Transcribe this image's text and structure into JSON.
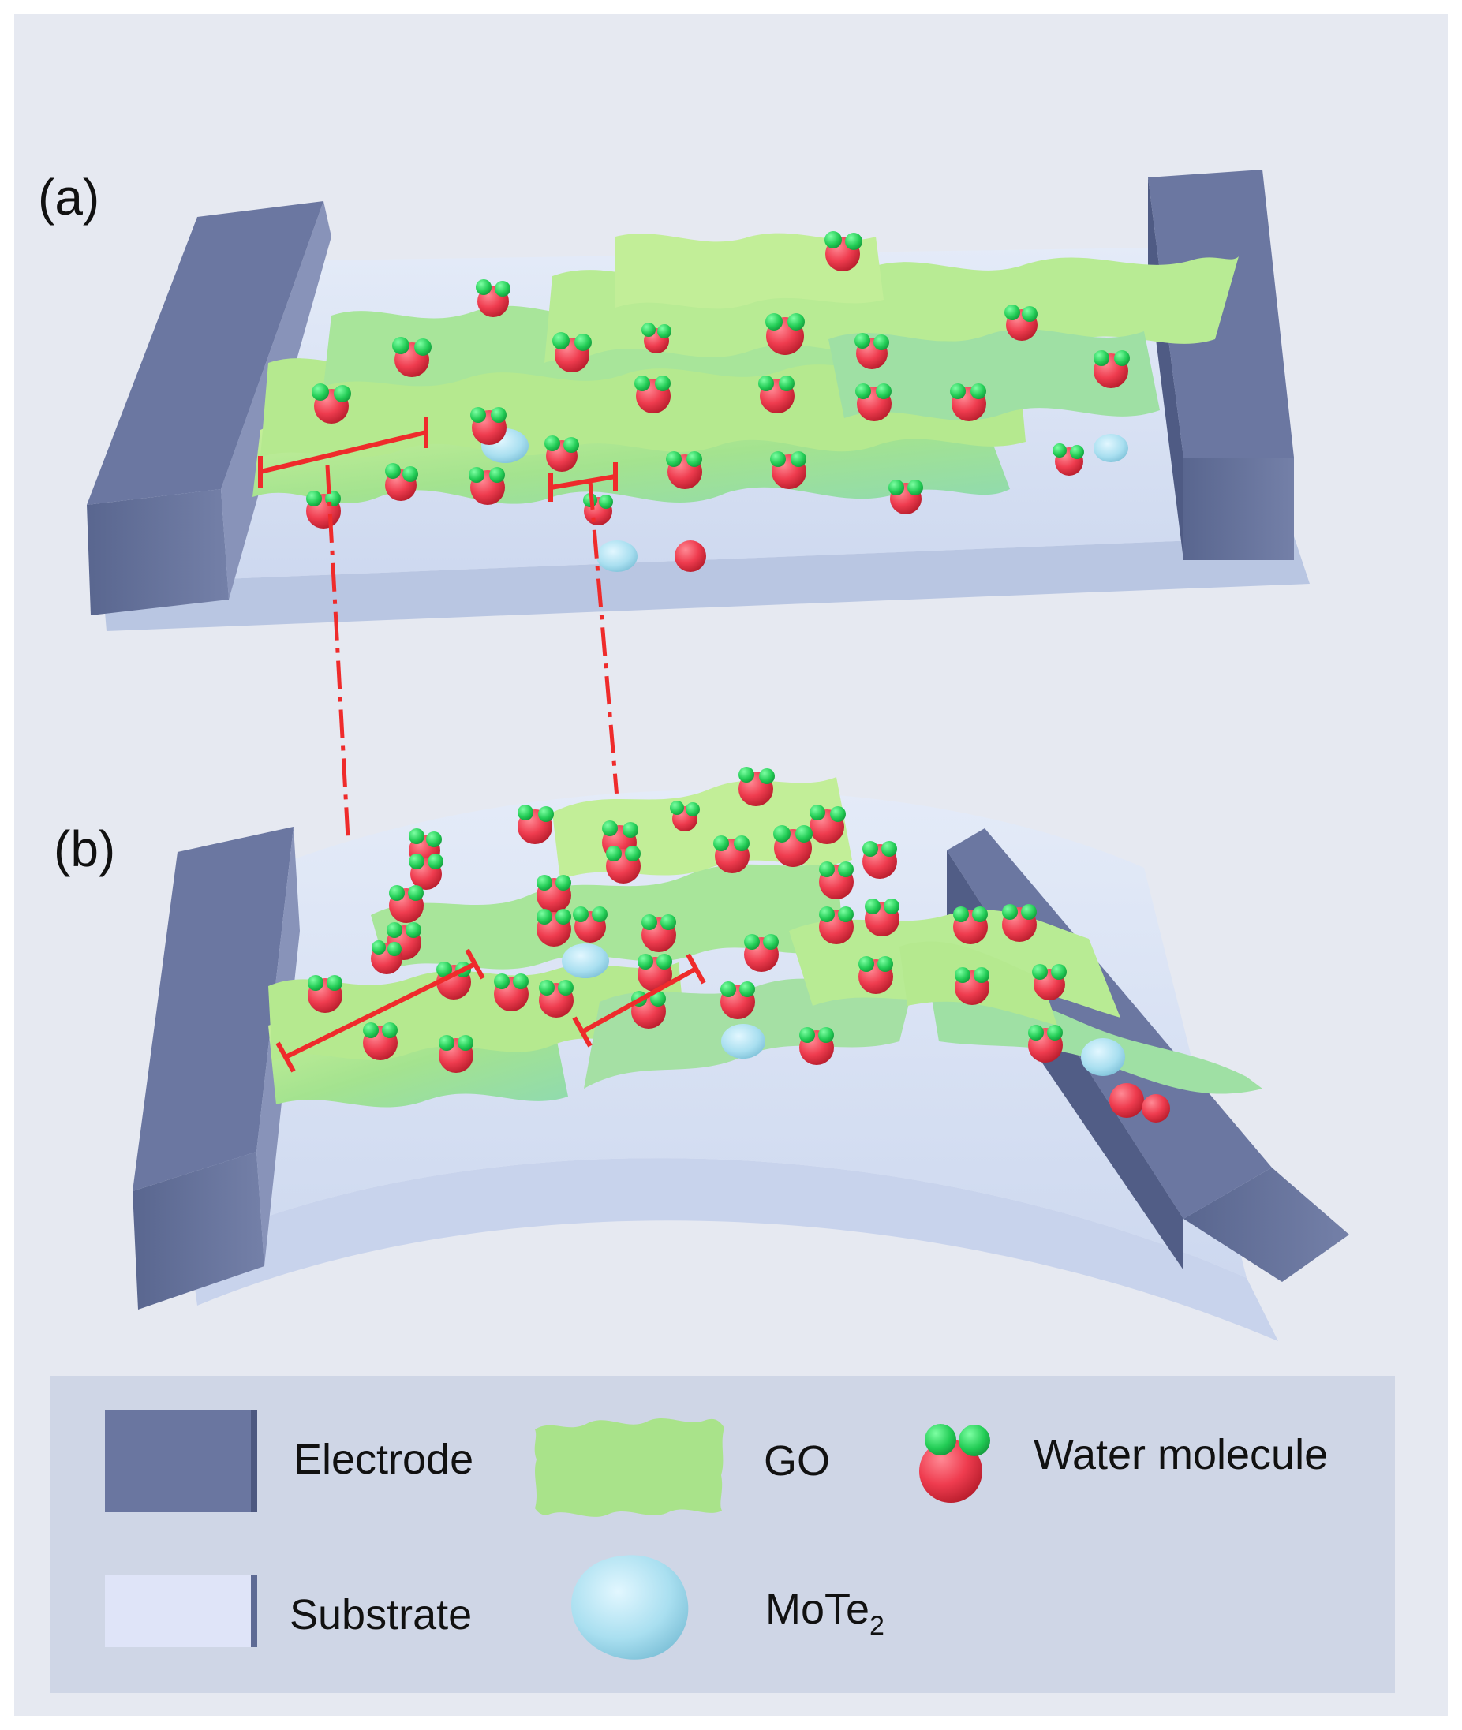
{
  "panels": {
    "a": {
      "label": "(a)"
    },
    "b": {
      "label": "(b)"
    }
  },
  "legend": {
    "electrode": "Electrode",
    "go": "GO",
    "water": "Water molecule",
    "substrate": "Substrate",
    "mote2_base": "MoTe",
    "mote2_sub": "2"
  },
  "colors": {
    "background": "#e6e9f1",
    "electrode": "#5d6a94",
    "substrate": "#d9e2f3",
    "go": "#a9e38a",
    "water_oxygen": "#ef3c4f",
    "water_hydrogen": "#22cc55",
    "mote2": "#9fd8ea",
    "marker": "#ef2b2b"
  }
}
